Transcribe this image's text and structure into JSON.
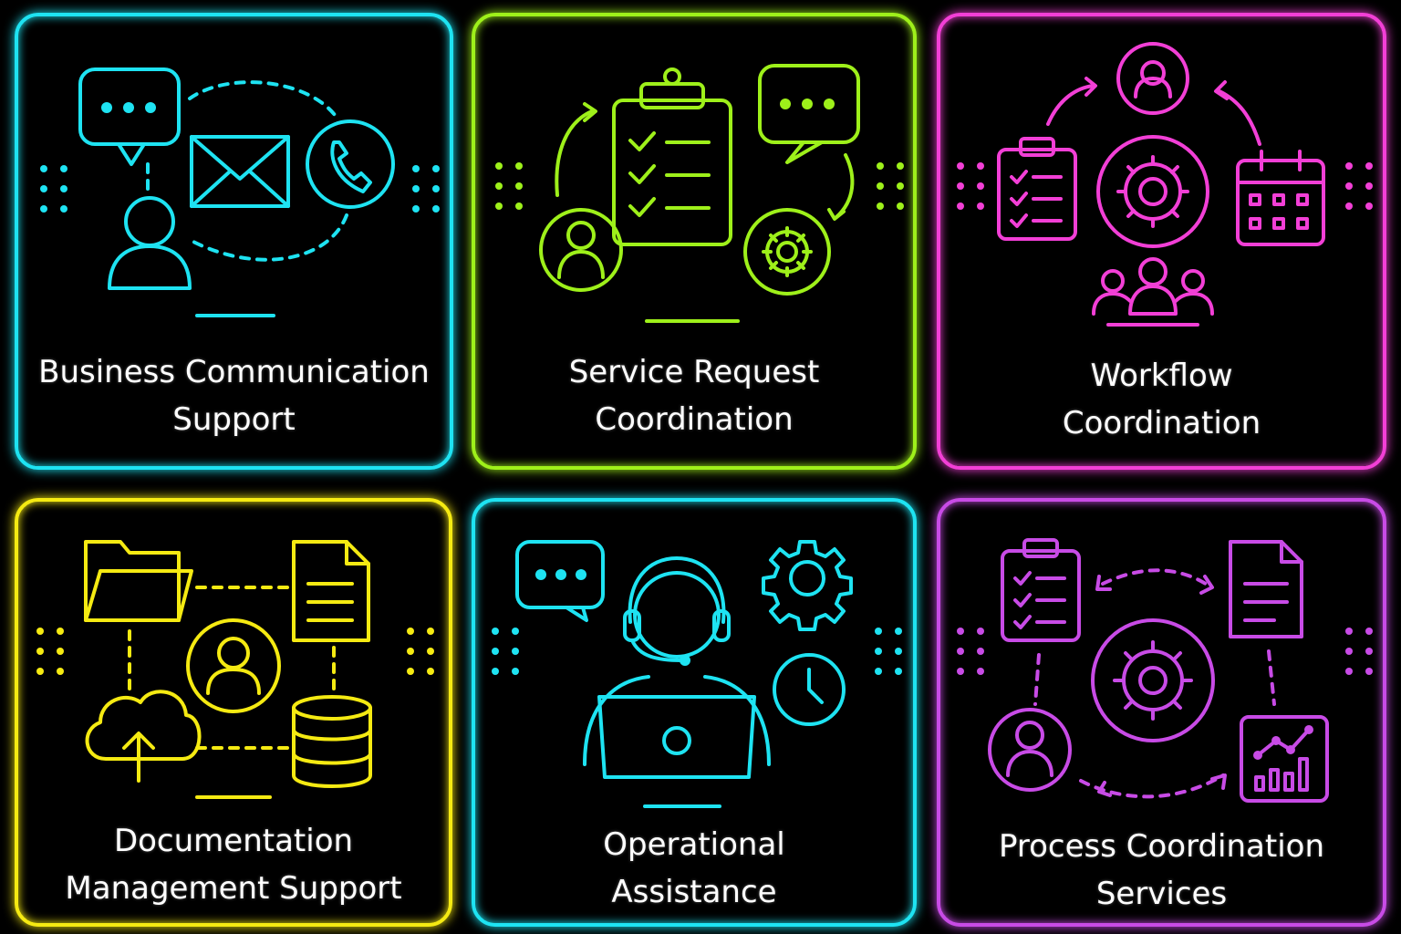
{
  "cards": [
    {
      "label_line1": "Business Communication",
      "label_line2": "Support",
      "color": "#1ee3f2"
    },
    {
      "label_line1": "Service Request",
      "label_line2": "Coordination",
      "color": "#9ef01a"
    },
    {
      "label_line1": "Workflow",
      "label_line2": "Coordination",
      "color": "#f23fd6"
    },
    {
      "label_line1": "Documentation",
      "label_line2": "Management Support",
      "color": "#f5ea12"
    },
    {
      "label_line1": "Operational",
      "label_line2": "Assistance",
      "color": "#1ee3f2"
    },
    {
      "label_line1": "Process Coordination",
      "label_line2": "Services",
      "color": "#c84be6"
    }
  ]
}
